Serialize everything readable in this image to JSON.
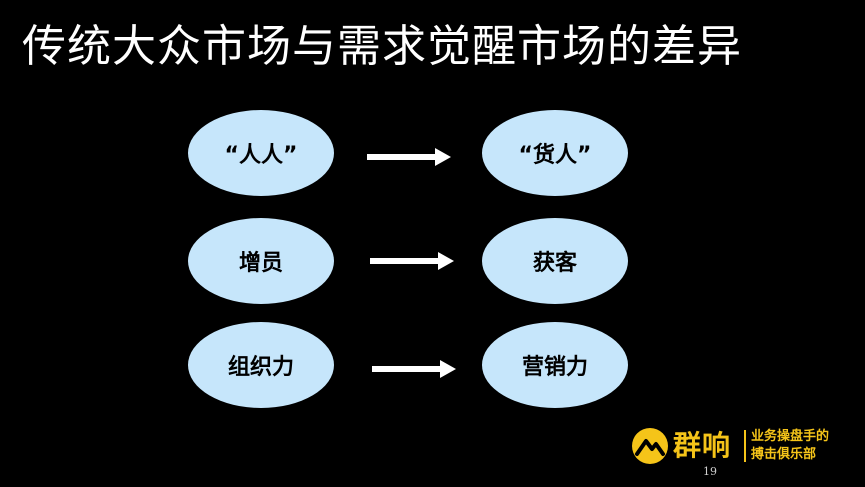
{
  "slide": {
    "title": "传统大众市场与需求觉醒市场的差异",
    "page_number": "19"
  },
  "rows": [
    {
      "left": "“人人”",
      "right": "“货人”"
    },
    {
      "left": "增员",
      "right": "获客"
    },
    {
      "left": "组织力",
      "right": "营销力"
    }
  ],
  "logo": {
    "name": "群响",
    "tagline_line1": "业务操盘手的",
    "tagline_line2": "搏击俱乐部"
  },
  "colors": {
    "background": "#000000",
    "ellipse_fill": "#c6e6fb",
    "title_text": "#ffffff",
    "arrow": "#ffffff",
    "logo_yellow": "#f5c419"
  }
}
